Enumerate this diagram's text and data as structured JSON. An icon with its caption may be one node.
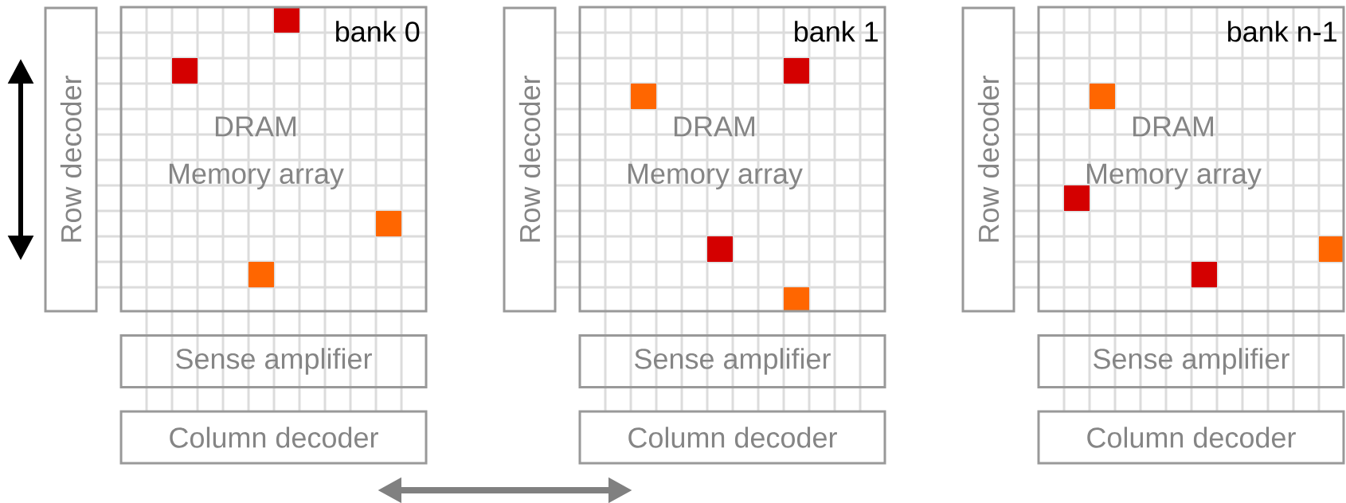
{
  "diagram": {
    "nodes": [
      {
        "text": [
          "Row decoder"
        ]
      },
      {
        "text": [
          "bank 0",
          "DRAM",
          "Memory array"
        ]
      },
      {
        "text": [
          "Sense amplifier"
        ]
      },
      {
        "text": [
          "Column decoder"
        ]
      },
      {
        "text": [
          "Row decoder"
        ]
      },
      {
        "text": [
          "bank 1",
          "DRAM",
          "Memory array"
        ]
      },
      {
        "text": [
          "Sense amplifier"
        ]
      },
      {
        "text": [
          "Column decoder"
        ]
      },
      {
        "text": [
          "Row decoder"
        ]
      },
      {
        "text": [
          "bank n-1",
          "DRAM",
          "Memory array"
        ]
      },
      {
        "text": [
          "Sense amplifier"
        ]
      },
      {
        "text": [
          "Column decoder"
        ]
      }
    ]
  }
}
